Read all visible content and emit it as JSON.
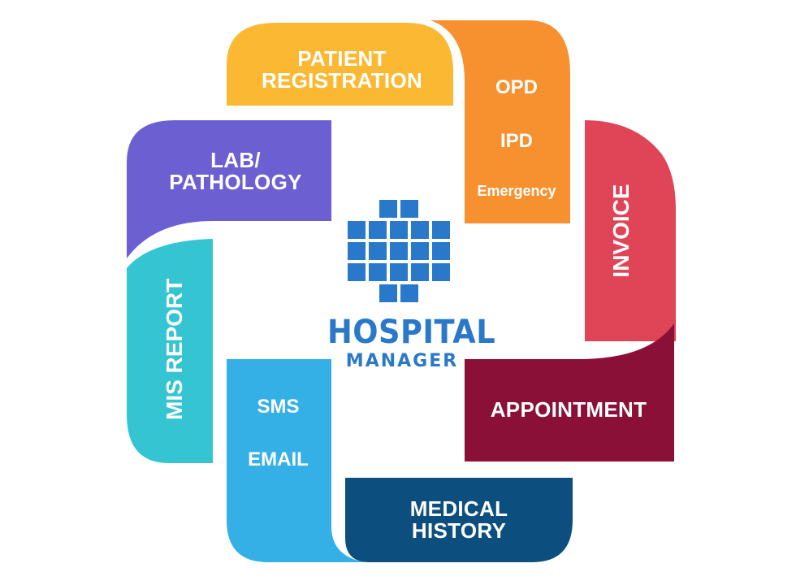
{
  "colors": {
    "patient": "#fbb832",
    "opd": "#f7912f",
    "invoice": "#e04457",
    "appointment": "#8b1038",
    "medical": "#0c4f7e",
    "sms": "#35b0e6",
    "mis": "#35c4d2",
    "lab": "#6c5fd1",
    "logo": "#2a78c9"
  },
  "tiles": {
    "patient": {
      "line1": "PATIENT",
      "line2": "REGISTRATION"
    },
    "opd": {
      "line1": "OPD",
      "line2": "IPD",
      "line3": "Emergency"
    },
    "invoice": {
      "label": "INVOICE"
    },
    "appointment": {
      "label": "APPOINTMENT"
    },
    "medical": {
      "line1": "MEDICAL",
      "line2": "HISTORY"
    },
    "sms": {
      "line1": "SMS",
      "line2": "EMAIL"
    },
    "mis": {
      "label": "MIS REPORT"
    },
    "lab": {
      "line1": "LAB/",
      "line2": "PATHOLOGY"
    }
  },
  "logo": {
    "title": "HOSPITAL",
    "subtitle": "MANAGER",
    "icon": "hospital-cross-grid-icon"
  }
}
